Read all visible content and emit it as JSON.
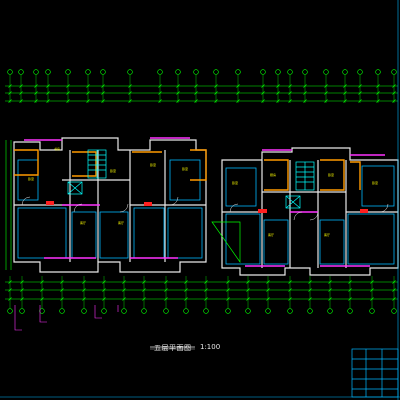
{
  "drawing": {
    "title": "五层平面图",
    "scale": "1:100"
  },
  "colors": {
    "background": "#000000",
    "wall": "#e8e8e8",
    "dimension": "#00ff00",
    "axis_bubble": "#00ff00",
    "room_fill": "#00b7ff",
    "stair": "#00ffff",
    "pink_partition": "#ff33ff",
    "orange_partition": "#ff9a00",
    "yellow_label": "#ffff00",
    "red_marker": "#ff2020",
    "titleblock": "#00b7ff"
  },
  "icons": [
    "axis-bubble",
    "north-direction",
    "stair-symbol"
  ]
}
